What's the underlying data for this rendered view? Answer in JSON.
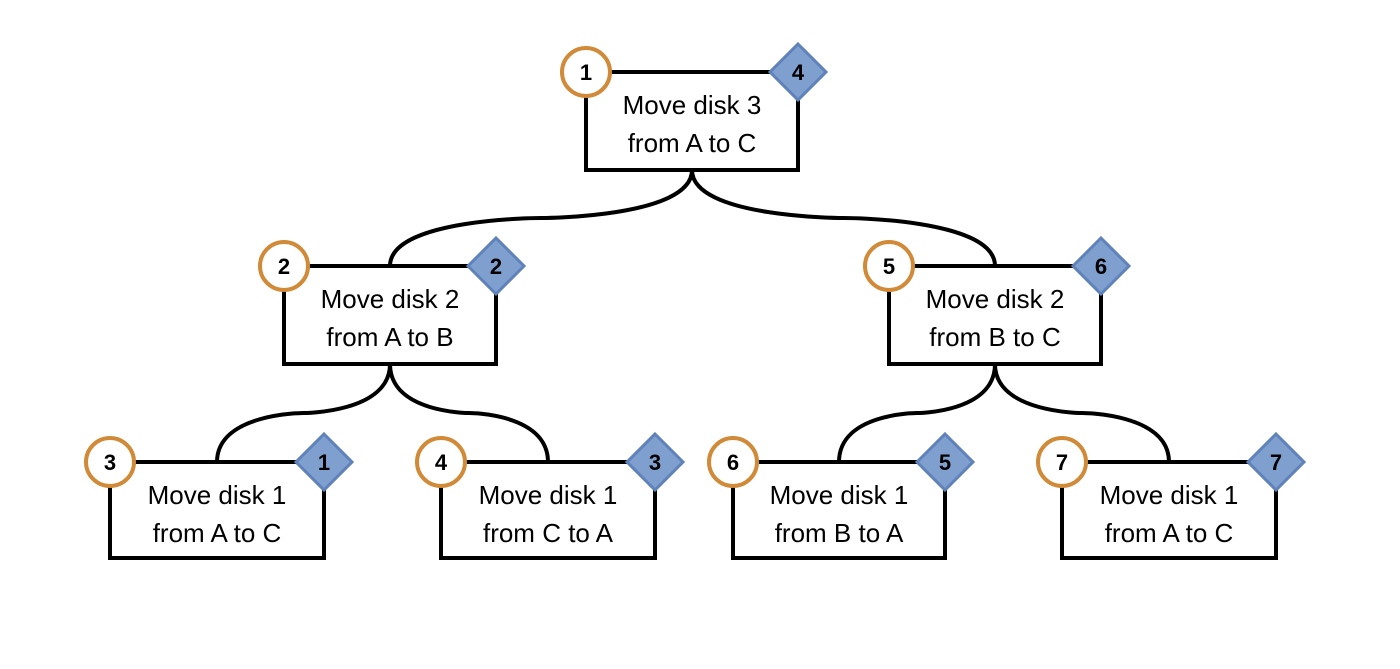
{
  "colors": {
    "line": "#000000",
    "circle_border": "#d08a38",
    "diamond_fill": "#7f9fcf",
    "diamond_border": "#5f82ba"
  },
  "nodes": [
    {
      "id": "n1",
      "line1": "Move disk 3",
      "line2": "from A to C",
      "circle": "1",
      "diamond": "4"
    },
    {
      "id": "n2",
      "line1": "Move disk 2",
      "line2": "from A to B",
      "circle": "2",
      "diamond": "2"
    },
    {
      "id": "n3",
      "line1": "Move disk 2",
      "line2": "from B to C",
      "circle": "5",
      "diamond": "6"
    },
    {
      "id": "n4",
      "line1": "Move disk 1",
      "line2": "from A to C",
      "circle": "3",
      "diamond": "1"
    },
    {
      "id": "n5",
      "line1": "Move disk 1",
      "line2": "from C to A",
      "circle": "4",
      "diamond": "3"
    },
    {
      "id": "n6",
      "line1": "Move disk 1",
      "line2": "from B to A",
      "circle": "6",
      "diamond": "5"
    },
    {
      "id": "n7",
      "line1": "Move disk 1",
      "line2": "from A to C",
      "circle": "7",
      "diamond": "7"
    }
  ],
  "edges": [
    {
      "from": "n1",
      "to": "n2"
    },
    {
      "from": "n1",
      "to": "n3"
    },
    {
      "from": "n2",
      "to": "n4"
    },
    {
      "from": "n2",
      "to": "n5"
    },
    {
      "from": "n3",
      "to": "n6"
    },
    {
      "from": "n3",
      "to": "n7"
    }
  ]
}
